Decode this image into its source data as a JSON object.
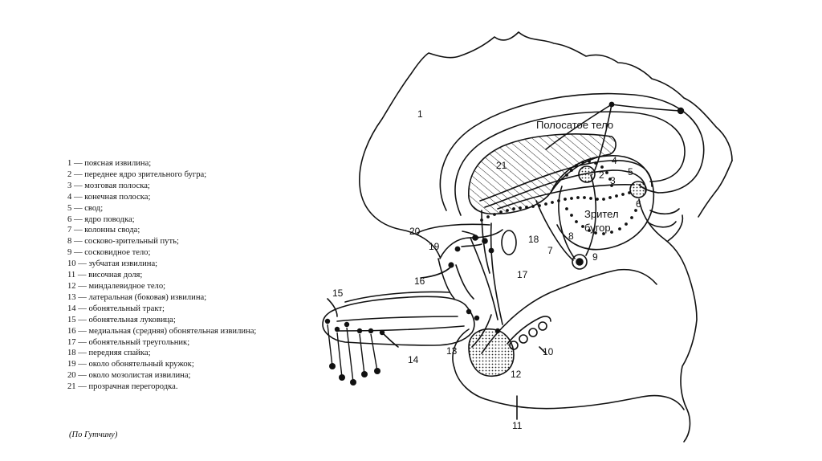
{
  "legend": [
    "1 — поясная извилина;",
    "2 — переднее ядро зрительного бугра;",
    "3 — мозговая полоска;",
    "4 — конечная полоска;",
    "5 — свод;",
    "6 — ядро поводка;",
    "7 — колонны свода;",
    "8 — сосково-зрительный путь;",
    "9 — сосковидное тело;",
    "10 — зубчатая извилина;",
    "11 — височная доля;",
    "12 — миндалевидное тело;",
    "13 — латеральная (боковая) извилина;",
    "14 — обонятельный тракт;",
    "15 — обонятельная луковица;",
    "16 — медиальная (средняя) обонятельная извилина;",
    "17 — обонятельный треугольник;",
    "18 — передняя спайка;",
    "19 — около обонятельный кружок;",
    "20 — около мозолистая извилина;",
    "21 — прозрачная перегородка."
  ],
  "source": "(По Гутчину)",
  "diagram": {
    "words": {
      "striatum": "Полосатое тело",
      "thalamus_1": "Зрител",
      "thalamus_2": "бугор"
    },
    "labels": {
      "n1": "1",
      "n2": "2",
      "n3": "3",
      "n4": "4",
      "n5": "5",
      "n6": "6",
      "n7": "7",
      "n8": "8",
      "n9": "9",
      "n10": "10",
      "n11": "11",
      "n12": "12",
      "n13": "13",
      "n14": "14",
      "n15": "15",
      "n16": "16",
      "n17": "17",
      "n18": "18",
      "n19": "19",
      "n20": "20",
      "n21": "21"
    }
  }
}
